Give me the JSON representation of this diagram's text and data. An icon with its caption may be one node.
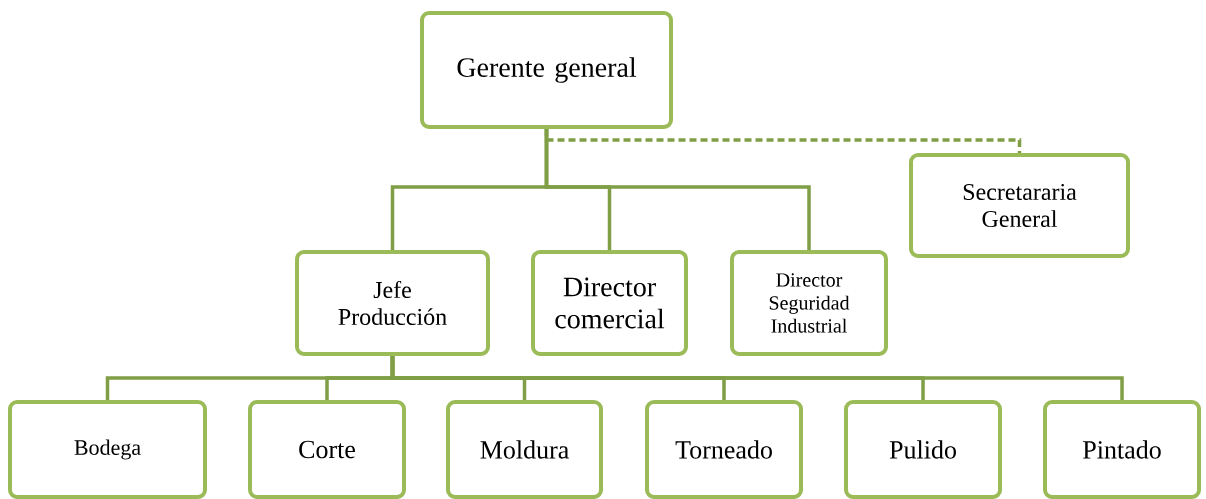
{
  "diagram": {
    "nodes": [
      {
        "text": [
          "Gerente general"
        ]
      },
      {
        "text": [
          "Secretararia General"
        ]
      },
      {
        "text": [
          "Jefe Producción"
        ]
      },
      {
        "text": [
          "Director comercial"
        ]
      },
      {
        "text": [
          "Director Seguridad Industrial"
        ]
      },
      {
        "text": [
          "Bodega"
        ]
      },
      {
        "text": [
          "Corte"
        ]
      },
      {
        "text": [
          "Moldura"
        ]
      },
      {
        "text": [
          "Torneado"
        ]
      },
      {
        "text": [
          "Pulido"
        ]
      },
      {
        "text": [
          "Pintado"
        ]
      }
    ],
    "edges": [
      {
        "from": 0,
        "to": 1,
        "arrow": "none",
        "style": "dashed"
      },
      {
        "from": 0,
        "to": 2,
        "arrow": "none"
      },
      {
        "from": 0,
        "to": 3,
        "arrow": "none"
      },
      {
        "from": 0,
        "to": 4,
        "arrow": "none"
      },
      {
        "from": 2,
        "to": 5,
        "arrow": "none"
      },
      {
        "from": 2,
        "to": 6,
        "arrow": "none"
      },
      {
        "from": 2,
        "to": 7,
        "arrow": "none"
      },
      {
        "from": 2,
        "to": 8,
        "arrow": "none"
      },
      {
        "from": 2,
        "to": 9,
        "arrow": "none"
      },
      {
        "from": 2,
        "to": 10,
        "arrow": "none"
      }
    ]
  }
}
